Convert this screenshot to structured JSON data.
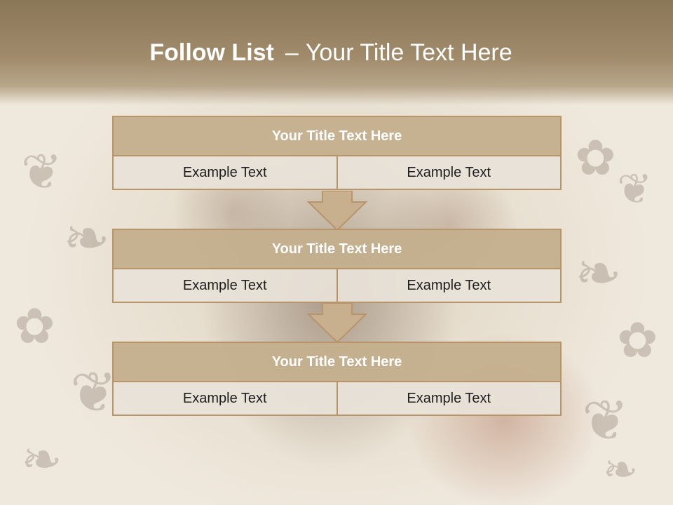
{
  "slide": {
    "title_bold": "Follow List",
    "title_separator": "–",
    "title_rest": "Your Title Text Here"
  },
  "blocks": [
    {
      "title": "Your Title Text Here",
      "left": "Example Text",
      "right": "Example Text"
    },
    {
      "title": "Your Title Text Here",
      "left": "Example Text",
      "right": "Example Text"
    },
    {
      "title": "Your Title Text Here",
      "left": "Example Text",
      "right": "Example Text"
    }
  ],
  "colors": {
    "header": "#8a7757",
    "block_title_fill": "#c4ae8c",
    "block_border": "#b8946a",
    "cell_fill": "#e8e2d8",
    "arrow_fill": "#c8b08e"
  }
}
